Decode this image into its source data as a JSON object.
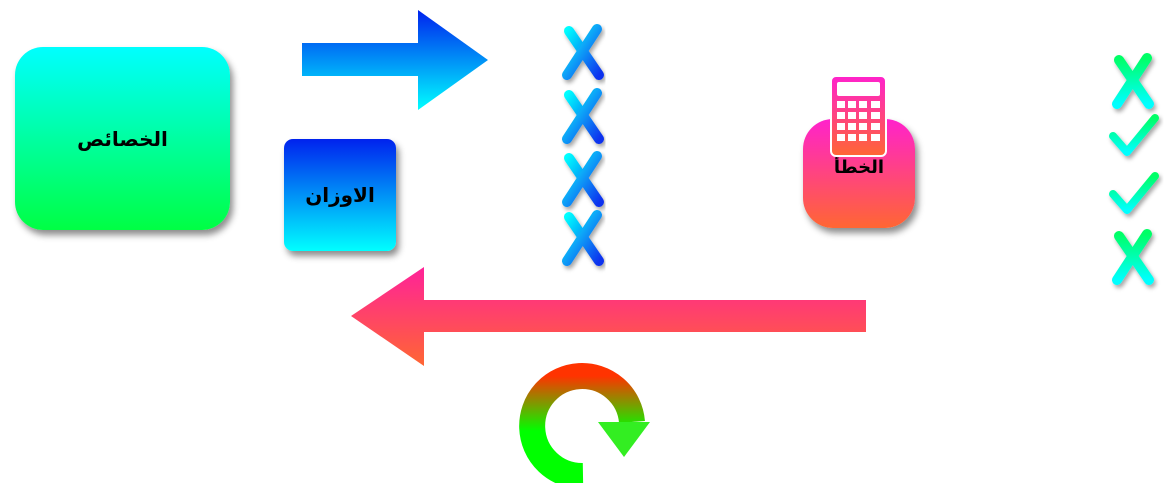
{
  "nodes": {
    "features": "الخصائص",
    "weights": "الاوزان",
    "error": "الخطأ"
  },
  "left_marks": [
    "cross",
    "cross",
    "cross",
    "cross"
  ],
  "right_marks": [
    "cross",
    "check",
    "check",
    "cross"
  ],
  "colors": {
    "forward_arrow": [
      "#0022ee",
      "#00ffff"
    ],
    "backward_arrow": [
      "#ff2299",
      "#ff6633"
    ],
    "left_marks": [
      "#00ffff",
      "#1133ee"
    ],
    "right_marks": [
      "#00ff66",
      "#00ffff"
    ],
    "cycle_arrow": [
      "#ff3300",
      "#00ff00"
    ]
  },
  "icons": [
    "right-arrow-icon",
    "left-arrow-icon",
    "cross-icon",
    "check-icon",
    "calculator-icon",
    "cycle-arrow-icon"
  ]
}
